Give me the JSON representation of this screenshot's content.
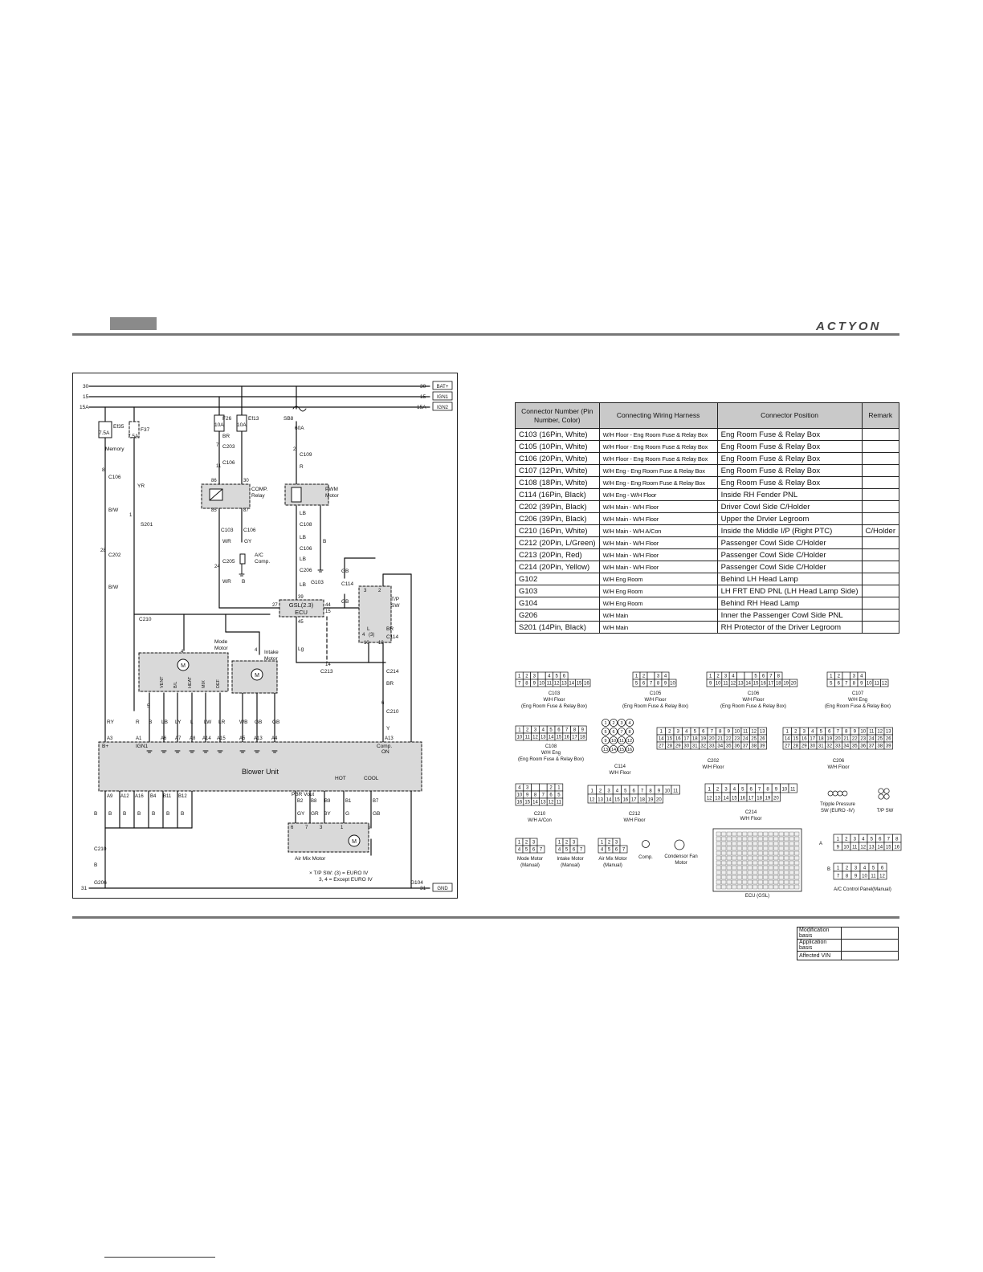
{
  "header": {
    "brand": "ACTYON"
  },
  "diagram": {
    "power_rails": [
      {
        "left": "30",
        "right": "30",
        "tag": "BAT+"
      },
      {
        "left": "15",
        "right": "15",
        "tag": "IGN1"
      },
      {
        "left": "15A",
        "right": "15A",
        "tag": "IGN2"
      }
    ],
    "ground_rail": {
      "left": "31",
      "right": "31",
      "tag": "GND"
    },
    "fuses": {
      "ef35": "Ef35",
      "ef35_rating": "7.5A",
      "memory": "Memory",
      "f37": "F37",
      "f37_rating": "7.5A",
      "f26": "F26",
      "f26_rating": "10A",
      "ef13": "Ef13",
      "ef13_rating": "10A",
      "sb8": "SB8",
      "sb8_rating": "60A"
    },
    "labels": {
      "c106a": "C106",
      "c202": "C202",
      "c210a": "C210",
      "s201": "S201",
      "c203": "C203",
      "c106b": "C106",
      "c103": "C103",
      "c106c": "C106",
      "c205": "C205",
      "c109": "C109",
      "c108": "C108",
      "c106d": "C106",
      "c206": "C206",
      "g103": "G103",
      "c114a": "C114",
      "c114b": "C114",
      "c213": "C213",
      "c214": "C214",
      "c210b": "C210",
      "c210c": "C210",
      "g206": "G206",
      "g104": "G104",
      "comp_relay": "COMP.",
      "comp_relay2": "Relay",
      "ac_comp": "A/C",
      "ac_comp2": "Comp.",
      "pwm_motor": "PWM",
      "pwm_motor2": "Motor",
      "gsl_ecu": "GSL(2.3)",
      "gsl_ecu2": "ECU",
      "tp_sw": "T/P",
      "tp_sw2": "SW",
      "mode_motor": "Mode",
      "mode_motor2": "Motor",
      "intake_motor": "Intake",
      "intake_motor2": "Motor",
      "blower_unit": "Blower Unit",
      "air_mix_motor": "Air Mix Motor",
      "pbr_vout": "PBR Vout",
      "hot": "HOT",
      "cool": "COOL",
      "comp_on": "Comp.",
      "comp_on2": "ON",
      "b_plus": "B+",
      "ign1": "IGN1",
      "note1": "× T/P SW: (3) = EURO IV",
      "note2": "3, 4 = Except EURO IV",
      "vent": "VENT",
      "bl": "B/L",
      "heat": "HEAT",
      "mix": "MIX",
      "def": "DEF"
    },
    "wires": {
      "br": "BR",
      "r": "R",
      "bw": "B/W",
      "yr": "YR",
      "wr": "WR",
      "gy": "GY",
      "lb": "LB",
      "b": "B",
      "gb": "GB",
      "lg": "Lg",
      "ry": "RY",
      "wb": "WB",
      "y": "Y",
      "l": "L",
      "lw": "LW",
      "lr": "LR",
      "ly": "LY",
      "g": "G",
      "gr": "GR",
      "by": "BY"
    },
    "pins": {
      "a3": "A3",
      "a1": "A1",
      "a6": "A6",
      "a7": "A7",
      "a8": "A8",
      "a14": "A14",
      "a15": "A15",
      "a5": "A5",
      "a13": "A13",
      "a4": "A4",
      "a9": "A9",
      "a12": "A12",
      "a16": "A16",
      "b4": "B4",
      "b11": "B11",
      "b12": "B12",
      "b2": "B2",
      "b8": "B8",
      "b9": "B9",
      "b1": "B1",
      "b7": "B7",
      "p86": "86",
      "p85": "85",
      "p30": "30",
      "p87": "87",
      "p27": "27",
      "p44": "44",
      "p39": "39",
      "p45": "45",
      "p15": "15",
      "p14": "14",
      "p3": "3",
      "p2": "2",
      "p4": "4",
      "p10": "10",
      "p12": "12",
      "p8": "8",
      "p28": "28",
      "p1": "1",
      "p7": "7",
      "p11": "11",
      "p24": "24",
      "p6": "6",
      "p5": "5",
      "p3b": "(3)",
      "p17": "17"
    }
  },
  "connector_table": {
    "headers": [
      "Connector Number (Pin Number, Color)",
      "Connecting Wiring Harness",
      "Connector Position",
      "Remark"
    ],
    "rows": [
      [
        "C103 (16Pin, White)",
        "W/H Floor - Eng Room Fuse & Relay Box",
        "Eng Room Fuse & Relay Box",
        ""
      ],
      [
        "C105 (10Pin, White)",
        "W/H Floor - Eng Room Fuse & Relay Box",
        "Eng Room Fuse & Relay Box",
        ""
      ],
      [
        "C106 (20Pin, White)",
        "W/H Floor - Eng Room Fuse & Relay Box",
        "Eng Room Fuse & Relay Box",
        ""
      ],
      [
        "C107 (12Pin, White)",
        "W/H Eng - Eng Room Fuse & Relay Box",
        "Eng Room Fuse & Relay Box",
        ""
      ],
      [
        "C108 (18Pin, White)",
        "W/H Eng - Eng Room Fuse & Relay Box",
        "Eng Room Fuse & Relay Box",
        ""
      ],
      [
        "C114 (16Pin, Black)",
        "W/H Eng - W/H Floor",
        "Inside RH Fender PNL",
        ""
      ],
      [
        "C202 (39Pin, Black)",
        "W/H Main - W/H Floor",
        "Driver Cowl Side C/Holder",
        ""
      ],
      [
        "C206 (39Pin, Black)",
        "W/H Main - W/H Floor",
        "Upper the Drvier Legroom",
        ""
      ],
      [
        "C210 (16Pin, White)",
        "W/H Main - W/H A/Con",
        "Inside the Middle I/P (Right PTC)",
        "C/Holder"
      ],
      [
        "C212 (20Pin, L/Green)",
        "W/H Main - W/H Floor",
        "Passenger Cowl Side C/Holder",
        ""
      ],
      [
        "C213 (20Pin, Red)",
        "W/H Main - W/H Floor",
        "Passenger Cowl Side C/Holder",
        ""
      ],
      [
        "C214 (20Pin, Yellow)",
        "W/H Main - W/H Floor",
        "Passenger Cowl Side C/Holder",
        ""
      ],
      [
        "G102",
        "W/H Eng Room",
        "Behind LH Head Lamp",
        ""
      ],
      [
        "G103",
        "W/H Eng Room",
        "LH FRT END PNL (LH Head Lamp Side)",
        ""
      ],
      [
        "G104",
        "W/H Eng Room",
        "Behind RH Head Lamp",
        ""
      ],
      [
        "G206",
        "W/H Main",
        "Inner the Passenger Cowl Side PNL",
        ""
      ],
      [
        "S201 (14Pin, Black)",
        "W/H Main",
        "RH Protector of the Driver Legroom",
        ""
      ]
    ]
  },
  "pinouts": {
    "c103": {
      "name": "C103",
      "sub1": "W/H Floor",
      "sub2": "(Eng Room Fuse & Relay Box)",
      "row1": [
        "1",
        "2",
        "3",
        "",
        "4",
        "5",
        "6"
      ],
      "row2": [
        "7",
        "8",
        "9",
        "10",
        "11",
        "12",
        "13",
        "14",
        "15",
        "16"
      ]
    },
    "c105": {
      "name": "C105",
      "sub1": "W/H Floor",
      "sub2": "(Eng Room Fuse & Relay Box)",
      "row1": [
        "1",
        "2",
        "",
        "3",
        "4"
      ],
      "row2": [
        "5",
        "6",
        "7",
        "8",
        "9",
        "10"
      ]
    },
    "c106": {
      "name": "C106",
      "sub1": "W/H Floor",
      "sub2": "(Eng Room Fuse & Relay Box)",
      "row1": [
        "1",
        "2",
        "3",
        "4",
        "",
        "",
        "5",
        "6",
        "7",
        "8"
      ],
      "row2": [
        "9",
        "10",
        "11",
        "12",
        "13",
        "14",
        "15",
        "16",
        "17",
        "18",
        "19",
        "20"
      ]
    },
    "c107": {
      "name": "C107",
      "sub1": "W/H Eng",
      "sub2": "(Eng Room Fuse & Relay Box)",
      "row1": [
        "1",
        "2",
        "",
        "3",
        "4"
      ],
      "row2": [
        "5",
        "6",
        "7",
        "8",
        "9",
        "10",
        "11",
        "12"
      ]
    },
    "c108": {
      "name": "C108",
      "sub1": "W/H Eng",
      "sub2": "(Eng Room Fuse & Relay Box)",
      "row1": [
        "1",
        "2",
        "3",
        "4",
        "5",
        "6",
        "7",
        "8",
        "9"
      ],
      "row2": [
        "10",
        "11",
        "12",
        "13",
        "14",
        "15",
        "16",
        "17",
        "18"
      ]
    },
    "c114": {
      "name": "C114",
      "sub1": "W/H Floor",
      "pins": [
        "1",
        "2",
        "3",
        "4",
        "5",
        "6",
        "7",
        "8",
        "9",
        "10",
        "11",
        "12",
        "13",
        "14",
        "15",
        "16"
      ]
    },
    "c202": {
      "name": "C202",
      "sub1": "W/H Floor",
      "row1": [
        "1",
        "2",
        "3",
        "4",
        "5",
        "6",
        "7",
        "8",
        "9",
        "10",
        "11",
        "12",
        "13"
      ],
      "row2": [
        "14",
        "15",
        "16",
        "17",
        "18",
        "19",
        "20",
        "21",
        "22",
        "23",
        "24",
        "25",
        "26"
      ],
      "row3": [
        "27",
        "28",
        "29",
        "30",
        "31",
        "32",
        "33",
        "34",
        "35",
        "36",
        "37",
        "38",
        "39"
      ]
    },
    "c206": {
      "name": "C206",
      "sub1": "W/H Floor",
      "row1": [
        "1",
        "2",
        "3",
        "4",
        "5",
        "6",
        "7",
        "8",
        "9",
        "10",
        "11",
        "12",
        "13"
      ],
      "row2": [
        "14",
        "15",
        "16",
        "17",
        "18",
        "19",
        "20",
        "21",
        "22",
        "23",
        "24",
        "25",
        "26"
      ],
      "row3": [
        "27",
        "28",
        "29",
        "30",
        "31",
        "32",
        "33",
        "34",
        "35",
        "36",
        "37",
        "38",
        "39"
      ]
    },
    "c210": {
      "name": "C210",
      "sub1": "W/H A/Con",
      "row1": [
        "4",
        "3",
        "",
        "",
        "2",
        "1"
      ],
      "row2": [
        "10",
        "9",
        "8",
        "7",
        "6",
        "5"
      ],
      "row3": [
        "16",
        "15",
        "14",
        "13",
        "12",
        "11"
      ]
    },
    "c212": {
      "name": "C212",
      "sub1": "W/H Floor",
      "row1": [
        "1",
        "2",
        "3",
        "4",
        "5",
        "6",
        "7",
        "8",
        "9",
        "10",
        "11"
      ],
      "row2": [
        "12",
        "13",
        "14",
        "15",
        "16",
        "17",
        "18",
        "19",
        "20"
      ]
    },
    "c214": {
      "name": "C214",
      "sub1": "W/H Floor",
      "row1": [
        "1",
        "2",
        "3",
        "4",
        "5",
        "6",
        "7",
        "8",
        "9",
        "10",
        "11"
      ],
      "row2": [
        "12",
        "13",
        "14",
        "15",
        "16",
        "17",
        "18",
        "19",
        "20"
      ]
    },
    "triple": {
      "name": "Tripple Pressure",
      "sub1": "SW (EURO -IV)"
    },
    "tpsw": {
      "name": "T/P SW"
    },
    "mode": {
      "name": "Mode Motor",
      "sub1": "(Manual)",
      "row1": [
        "1",
        "2",
        "3"
      ],
      "row2": [
        "4",
        "5",
        "6",
        "7"
      ]
    },
    "intake": {
      "name": "Intake Motor",
      "sub1": "(Manual)",
      "row1": [
        "1",
        "2",
        "3"
      ],
      "row2": [
        "4",
        "5",
        "6",
        "7"
      ]
    },
    "airmix": {
      "name": "Air Mix Motor",
      "sub1": "(Manual)",
      "row1": [
        "1",
        "2",
        "3"
      ],
      "row2": [
        "4",
        "5",
        "6",
        "7"
      ]
    },
    "comp": {
      "name": "Comp."
    },
    "condenser": {
      "name": "Condensor Fan",
      "sub1": "Motor"
    },
    "ecu": {
      "name": "ECU (GSL)"
    },
    "acpanel": {
      "name": "A/C Control Panel(Manual)",
      "a": "A",
      "b": "B",
      "a_row1": [
        "1",
        "2",
        "3",
        "4",
        "5",
        "6",
        "7",
        "8"
      ],
      "a_row2": [
        "9",
        "10",
        "11",
        "12",
        "13",
        "14",
        "15",
        "16"
      ],
      "b_row1": [
        "1",
        "2",
        "3",
        "4",
        "5",
        "6"
      ],
      "b_row2": [
        "7",
        "8",
        "9",
        "10",
        "11",
        "12"
      ]
    }
  },
  "modification_table": {
    "rows": [
      [
        "Modification basis",
        ""
      ],
      [
        "Application basis",
        ""
      ],
      [
        "Affected VIN",
        ""
      ]
    ]
  }
}
